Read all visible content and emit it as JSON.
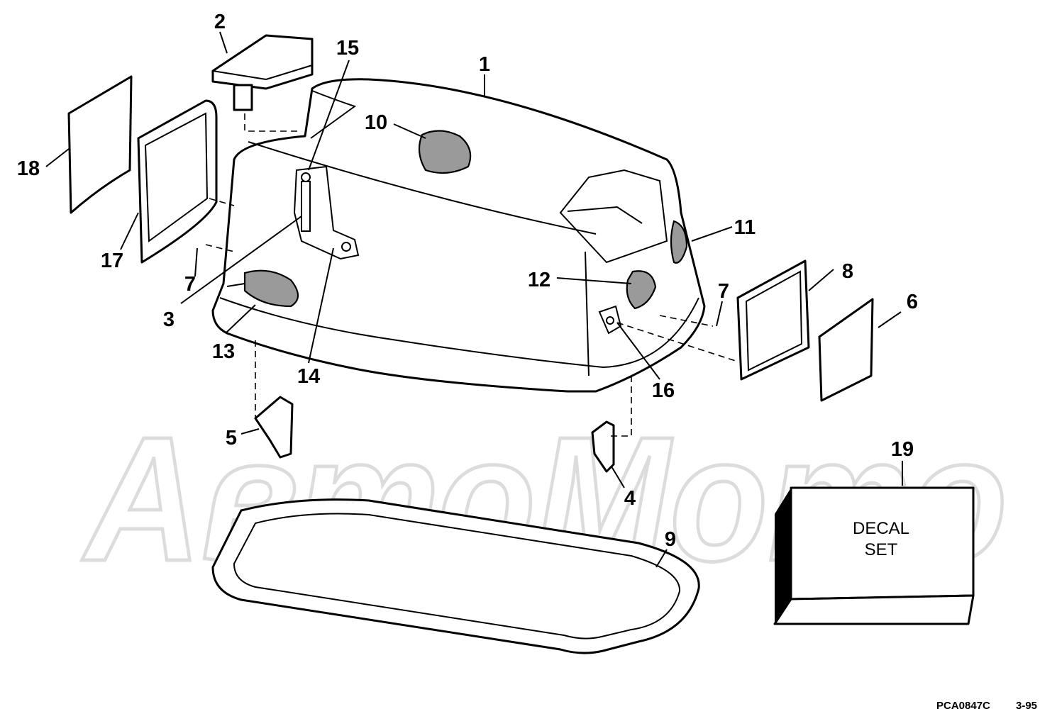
{
  "diagram": {
    "watermark": "АвтоМото",
    "callouts": [
      {
        "id": "c1",
        "label": "1"
      },
      {
        "id": "c2",
        "label": "2"
      },
      {
        "id": "c3",
        "label": "3"
      },
      {
        "id": "c4",
        "label": "4"
      },
      {
        "id": "c5",
        "label": "5"
      },
      {
        "id": "c6",
        "label": "6"
      },
      {
        "id": "c7a",
        "label": "7"
      },
      {
        "id": "c7b",
        "label": "7"
      },
      {
        "id": "c8",
        "label": "8"
      },
      {
        "id": "c9",
        "label": "9"
      },
      {
        "id": "c10",
        "label": "10"
      },
      {
        "id": "c11",
        "label": "11"
      },
      {
        "id": "c12",
        "label": "12"
      },
      {
        "id": "c13",
        "label": "13"
      },
      {
        "id": "c14",
        "label": "14"
      },
      {
        "id": "c15",
        "label": "15"
      },
      {
        "id": "c16",
        "label": "16"
      },
      {
        "id": "c17",
        "label": "17"
      },
      {
        "id": "c18",
        "label": "18"
      },
      {
        "id": "c19",
        "label": "19"
      }
    ],
    "decal_box": {
      "line1": "DECAL",
      "line2": "SET"
    },
    "footer": {
      "code": "PCA0847C",
      "date": "3-95"
    }
  }
}
